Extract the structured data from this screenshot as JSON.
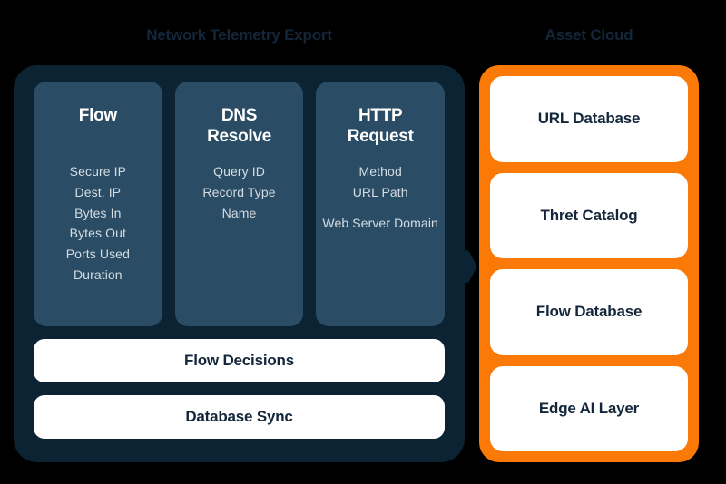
{
  "theme": {
    "background": "#000000",
    "panel_navy": "#0c2333",
    "card_slate": "#2a4c64",
    "accent_orange": "#fb7a07",
    "card_white": "#ffffff",
    "title_navy": "#13263a",
    "heading_white": "#ffffff",
    "item_text": "#d5dde3"
  },
  "left_section": {
    "title": "Network Telemetry Export",
    "columns": [
      {
        "heading": "Flow",
        "heading_lines": [
          "Flow"
        ],
        "items": [
          "Secure IP",
          "Dest. IP",
          "Bytes In",
          "Bytes Out",
          "Ports Used",
          "Duration"
        ]
      },
      {
        "heading": "DNS Resolve",
        "heading_lines": [
          "DNS",
          "Resolve"
        ],
        "items": [
          "Query ID",
          "Record Type",
          "Name"
        ]
      },
      {
        "heading": "HTTP Request",
        "heading_lines": [
          "HTTP",
          "Request"
        ],
        "items": [
          "Method",
          "URL Path",
          "Web Server Domain"
        ]
      }
    ],
    "bars": [
      {
        "label": "Flow Decisions"
      },
      {
        "label": "Database Sync"
      }
    ]
  },
  "connector": {
    "icon": "arrow-right-icon",
    "direction": "right"
  },
  "right_section": {
    "title": "Asset Cloud",
    "cards": [
      {
        "label": "URL Database"
      },
      {
        "label": "Thret Catalog"
      },
      {
        "label": "Flow Database"
      },
      {
        "label": "Edge AI Layer"
      }
    ]
  }
}
